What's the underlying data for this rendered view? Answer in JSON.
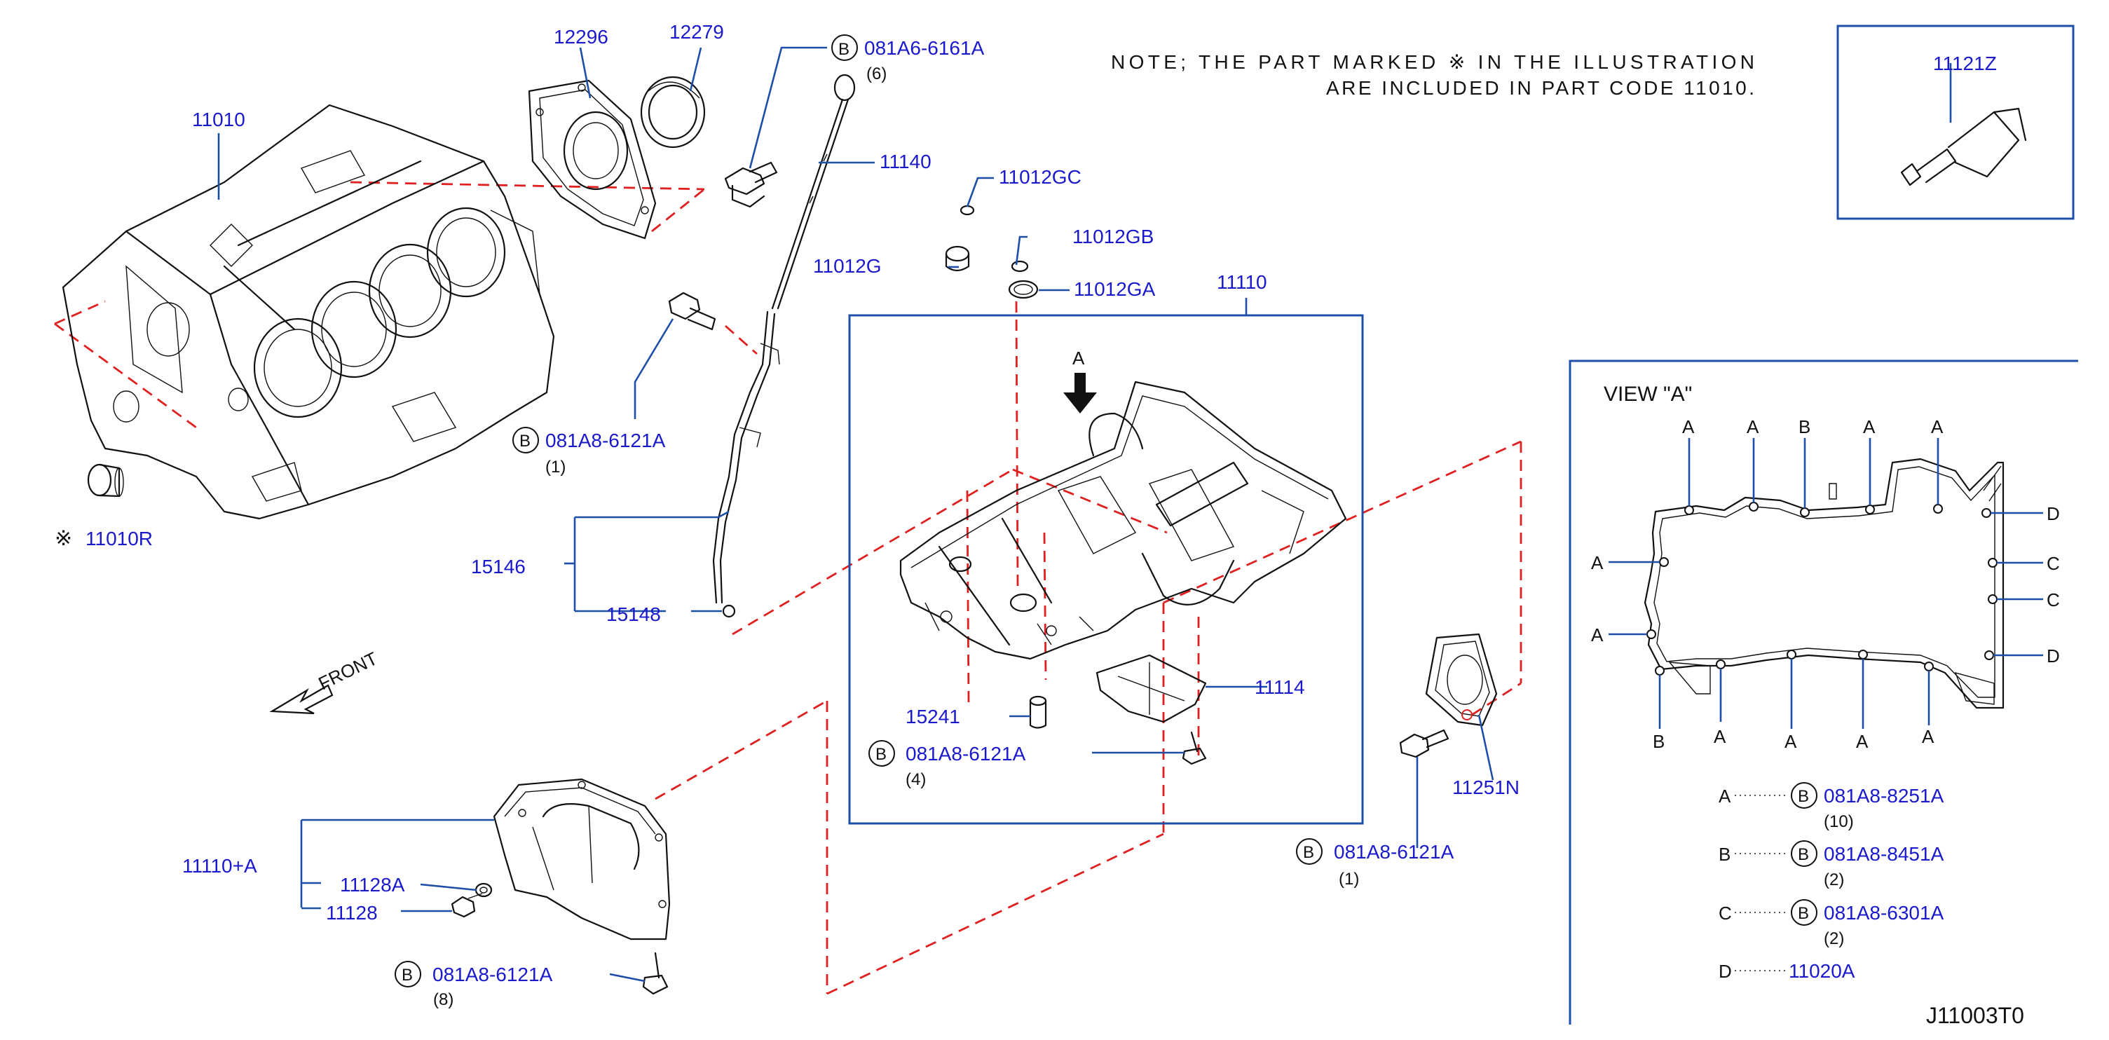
{
  "diagram_code": "J11003T0",
  "note": {
    "line1": "NOTE; THE PART MARKED ※ IN THE ILLUSTRATION",
    "line2": "ARE INCLUDED IN PART CODE 11010."
  },
  "marker_symbol": "※",
  "bolt_symbol": "B",
  "front_label": "FRONT",
  "view_label": "VIEW \"A\"",
  "arrow_label": "A",
  "inset_part": "11121Z",
  "parts": {
    "p11010": "11010",
    "p12296": "12296",
    "p12279": "12279",
    "p11010R": "11010R",
    "bolt_6161": "081A6-6161A",
    "qty_6": "(6)",
    "p11140": "11140",
    "p11012GC": "11012GC",
    "p11012G": "11012G",
    "p11012GB": "11012GB",
    "p11012GA": "11012GA",
    "p11110": "11110",
    "bolt_6121_a": "081A8-6121A",
    "qty_1a": "(1)",
    "p15146": "15146",
    "p15148": "15148",
    "p15241": "15241",
    "bolt_6121_b": "081A8-6121A",
    "qty_4": "(4)",
    "p11114": "11114",
    "p11251N": "11251N",
    "bolt_6121_c": "081A8-6121A",
    "qty_1b": "(1)",
    "p11110A": "11110+A",
    "p11128A": "11128A",
    "p11128": "11128",
    "bolt_6121_d": "081A8-6121A",
    "qty_8": "(8)"
  },
  "view_points": {
    "top": [
      "A",
      "A",
      "B",
      "A",
      "A"
    ],
    "left": [
      "A",
      "A"
    ],
    "right": [
      "D",
      "C",
      "C",
      "D"
    ],
    "bottom": [
      "B",
      "A",
      "A",
      "A",
      "A"
    ]
  },
  "legend": [
    {
      "key": "A",
      "code": "081A8-8251A",
      "qty": "(10)",
      "bolt": true
    },
    {
      "key": "B",
      "code": "081A8-8451A",
      "qty": "(2)",
      "bolt": true
    },
    {
      "key": "C",
      "code": "081A8-6301A",
      "qty": "(2)",
      "bolt": true
    },
    {
      "key": "D",
      "code": "11020A",
      "qty": "",
      "bolt": false
    }
  ]
}
